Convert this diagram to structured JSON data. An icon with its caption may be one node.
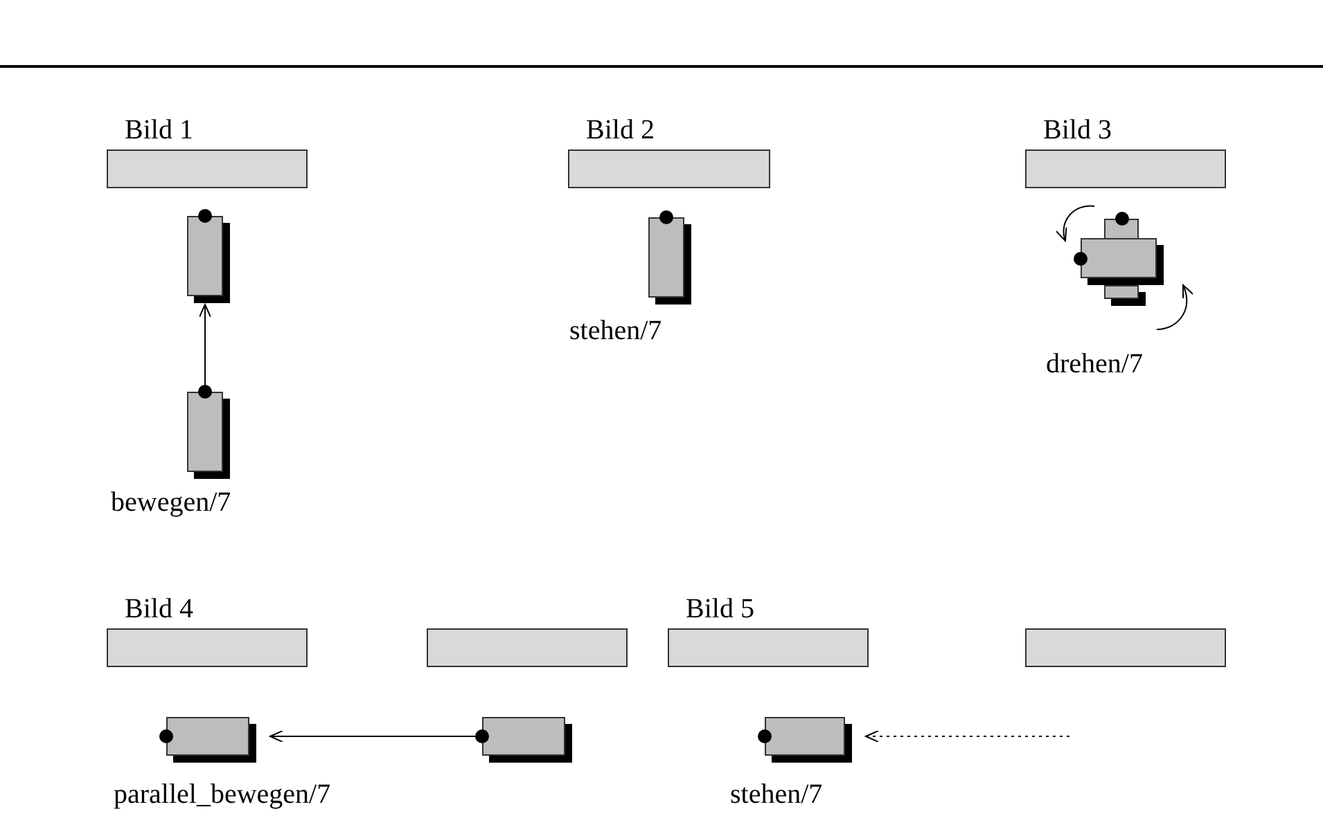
{
  "diagram": {
    "nodes": [
      {
        "text": [
          "Bild 1"
        ]
      },
      {
        "text": [],
        "shape": "box"
      },
      {
        "text": [],
        "shape": "box",
        "beside": [
          "bewegen/7"
        ]
      },
      {
        "text": [
          "Bild 2"
        ]
      },
      {
        "text": [],
        "shape": "box",
        "beside": [
          "stehen/7"
        ]
      },
      {
        "text": [
          "Bild 3"
        ]
      },
      {
        "text": [],
        "shape": "box"
      },
      {
        "text": [],
        "shape": "box",
        "beside": [
          "drehen/7"
        ]
      },
      {
        "text": [
          "Bild 4"
        ]
      },
      {
        "text": [],
        "shape": "bar"
      },
      {
        "text": [],
        "shape": "box",
        "beside": [
          "parallel_bewegen/7"
        ]
      },
      {
        "text": [],
        "shape": "box"
      },
      {
        "text": [
          "Bild 5"
        ]
      },
      {
        "text": [],
        "shape": "bar"
      },
      {
        "text": [],
        "shape": "box",
        "beside": [
          "stehen/7"
        ]
      }
    ],
    "edges": [
      {
        "from": 2,
        "to": 1,
        "arrow": "to"
      },
      {
        "from": 11,
        "to": 10,
        "arrow": "to"
      },
      {
        "from": null,
        "to": 14,
        "arrow": "to",
        "style": "dashed"
      }
    ]
  }
}
